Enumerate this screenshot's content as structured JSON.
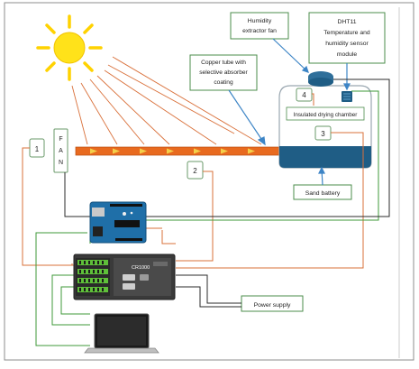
{
  "labels": {
    "humidity_fan": [
      "Humidity",
      "extractor fan"
    ],
    "sensor": [
      "DHT11",
      "Temperature and",
      "humidity sensor",
      "module"
    ],
    "copper": [
      "Copper tube with",
      "selective absorber",
      "coating"
    ],
    "chamber": "Insulated drying chamber",
    "sand_battery": "Sand battery",
    "power_supply": "Power supply"
  },
  "numbers": {
    "n1": "1",
    "n2": "2",
    "n3": "3",
    "n4": "4"
  },
  "fan_letters": [
    "F",
    "A",
    "N"
  ],
  "board": {
    "logger_brand": "CR1000"
  },
  "colors": {
    "wire_orange": "#d9703a",
    "wire_green": "#3f9a3a",
    "wire_dark": "#2b2b2b",
    "chamber_top": "#ffffff",
    "chamber_bottom": "#1f5d85",
    "sun": "#ffe21a",
    "tube": "#e86a1f",
    "arduino": "#1f6fa8",
    "logger": "#3a3a3a"
  }
}
